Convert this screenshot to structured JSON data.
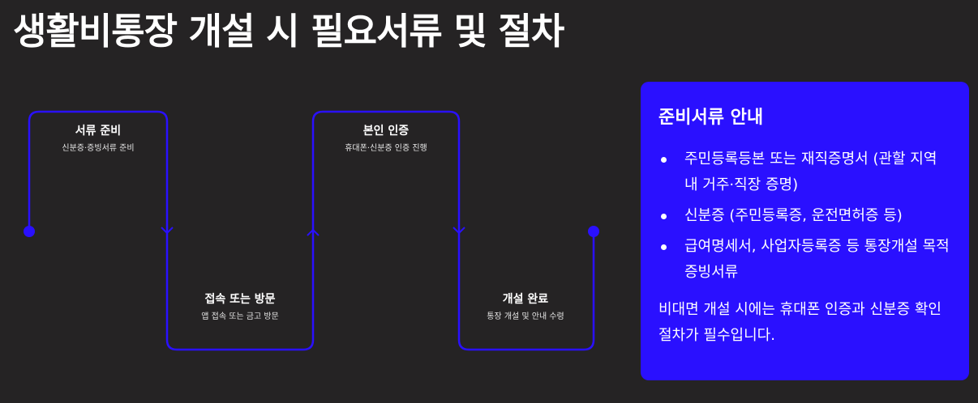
{
  "title": "생활비통장 개설 시 필요서류 및 절차",
  "colors": {
    "background": "#252324",
    "accent": "#2a10ff",
    "flow_line": "#2a10ff",
    "text": "#ffffff"
  },
  "steps": [
    {
      "title": "서류 준비",
      "desc": "신분증·증빙서류 준비"
    },
    {
      "title": "접속 또는 방문",
      "desc": "앱 접속 또는 금고 방문"
    },
    {
      "title": "본인 인증",
      "desc": "휴대폰·신분증 인증 진행"
    },
    {
      "title": "개설 완료",
      "desc": "통장 개설 및 안내 수령"
    }
  ],
  "panel": {
    "title": "준비서류 안내",
    "items": [
      "주민등록등본 또는 재직증명서 (관할 지역 내 거주·직장 증명)",
      "신분증 (주민등록증, 운전면허증 등)",
      "급여명세서, 사업자등록증 등 통장개설 목적 증빙서류"
    ],
    "note": "비대면 개설 시에는 휴대폰 인증과 신분증 확인 절차가 필수입니다."
  }
}
